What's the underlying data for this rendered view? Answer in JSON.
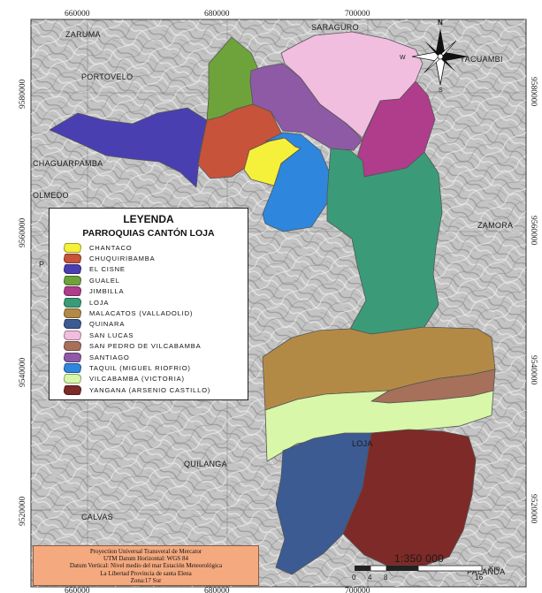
{
  "grid": {
    "x_labels": [
      "660000",
      "680000",
      "700000"
    ],
    "y_labels": [
      "9580000",
      "9560000",
      "9540000",
      "9520000"
    ]
  },
  "places": {
    "zaruma": "ZARUMA",
    "saraguro": "SARAGURO",
    "yacuambi": "YACUAMBI",
    "portovelo": "PORTOVELO",
    "chaguarpamba": "CHAGUARPAMBA",
    "olmedo": "OLMEDO",
    "zamora": "ZAMORA",
    "loja": "LOJA",
    "quilanga": "QUILANGA",
    "calvas": "CALVAS",
    "palanda": "PALANDA",
    "p": "P"
  },
  "compass": {
    "n": "N",
    "w": "W",
    "s": "S"
  },
  "legend": {
    "title": "LEYENDA",
    "subtitle": "PARROQUIAS CANTÓN LOJA",
    "items": [
      {
        "label": "CHANTACO",
        "color": "#f5f03a"
      },
      {
        "label": "CHUQUIRIBAMBA",
        "color": "#c7533b"
      },
      {
        "label": "EL CISNE",
        "color": "#4a3fb0"
      },
      {
        "label": "GUALEL",
        "color": "#6ea33c"
      },
      {
        "label": "JIMBILLA",
        "color": "#b03c8c"
      },
      {
        "label": "LOJA",
        "color": "#3b9b78"
      },
      {
        "label": "MALACATOS (VALLADOLID)",
        "color": "#b38a45"
      },
      {
        "label": "QUINARA",
        "color": "#3c5b92"
      },
      {
        "label": "SAN LUCAS",
        "color": "#f1bedf"
      },
      {
        "label": "SAN PEDRO DE VILCABAMBA",
        "color": "#a6705a"
      },
      {
        "label": "SANTIAGO",
        "color": "#8e5aa6"
      },
      {
        "label": "TAQUIL (MIGUEL RIOFRIO)",
        "color": "#2f86dd"
      },
      {
        "label": "VILCABAMBA (VICTORIA)",
        "color": "#d8f7a8"
      },
      {
        "label": "YANGANA (ARSENIO CASTILLO)",
        "color": "#7e2a28"
      }
    ]
  },
  "scale": {
    "ratio": "1:350 000",
    "ticks": [
      "0",
      "4",
      "8",
      "16"
    ],
    "unit": "Km"
  },
  "info": {
    "line1": "Proyection Universal Transveral de Mercator",
    "line2": "UTM Datum Horizontal: WGS 84",
    "line3": "Datum Vertical: Nivel medio del mar Estación Meteorológica",
    "line4": "La Libertad Provincia de santa Elena",
    "line5": "Zona:17 Sur"
  }
}
